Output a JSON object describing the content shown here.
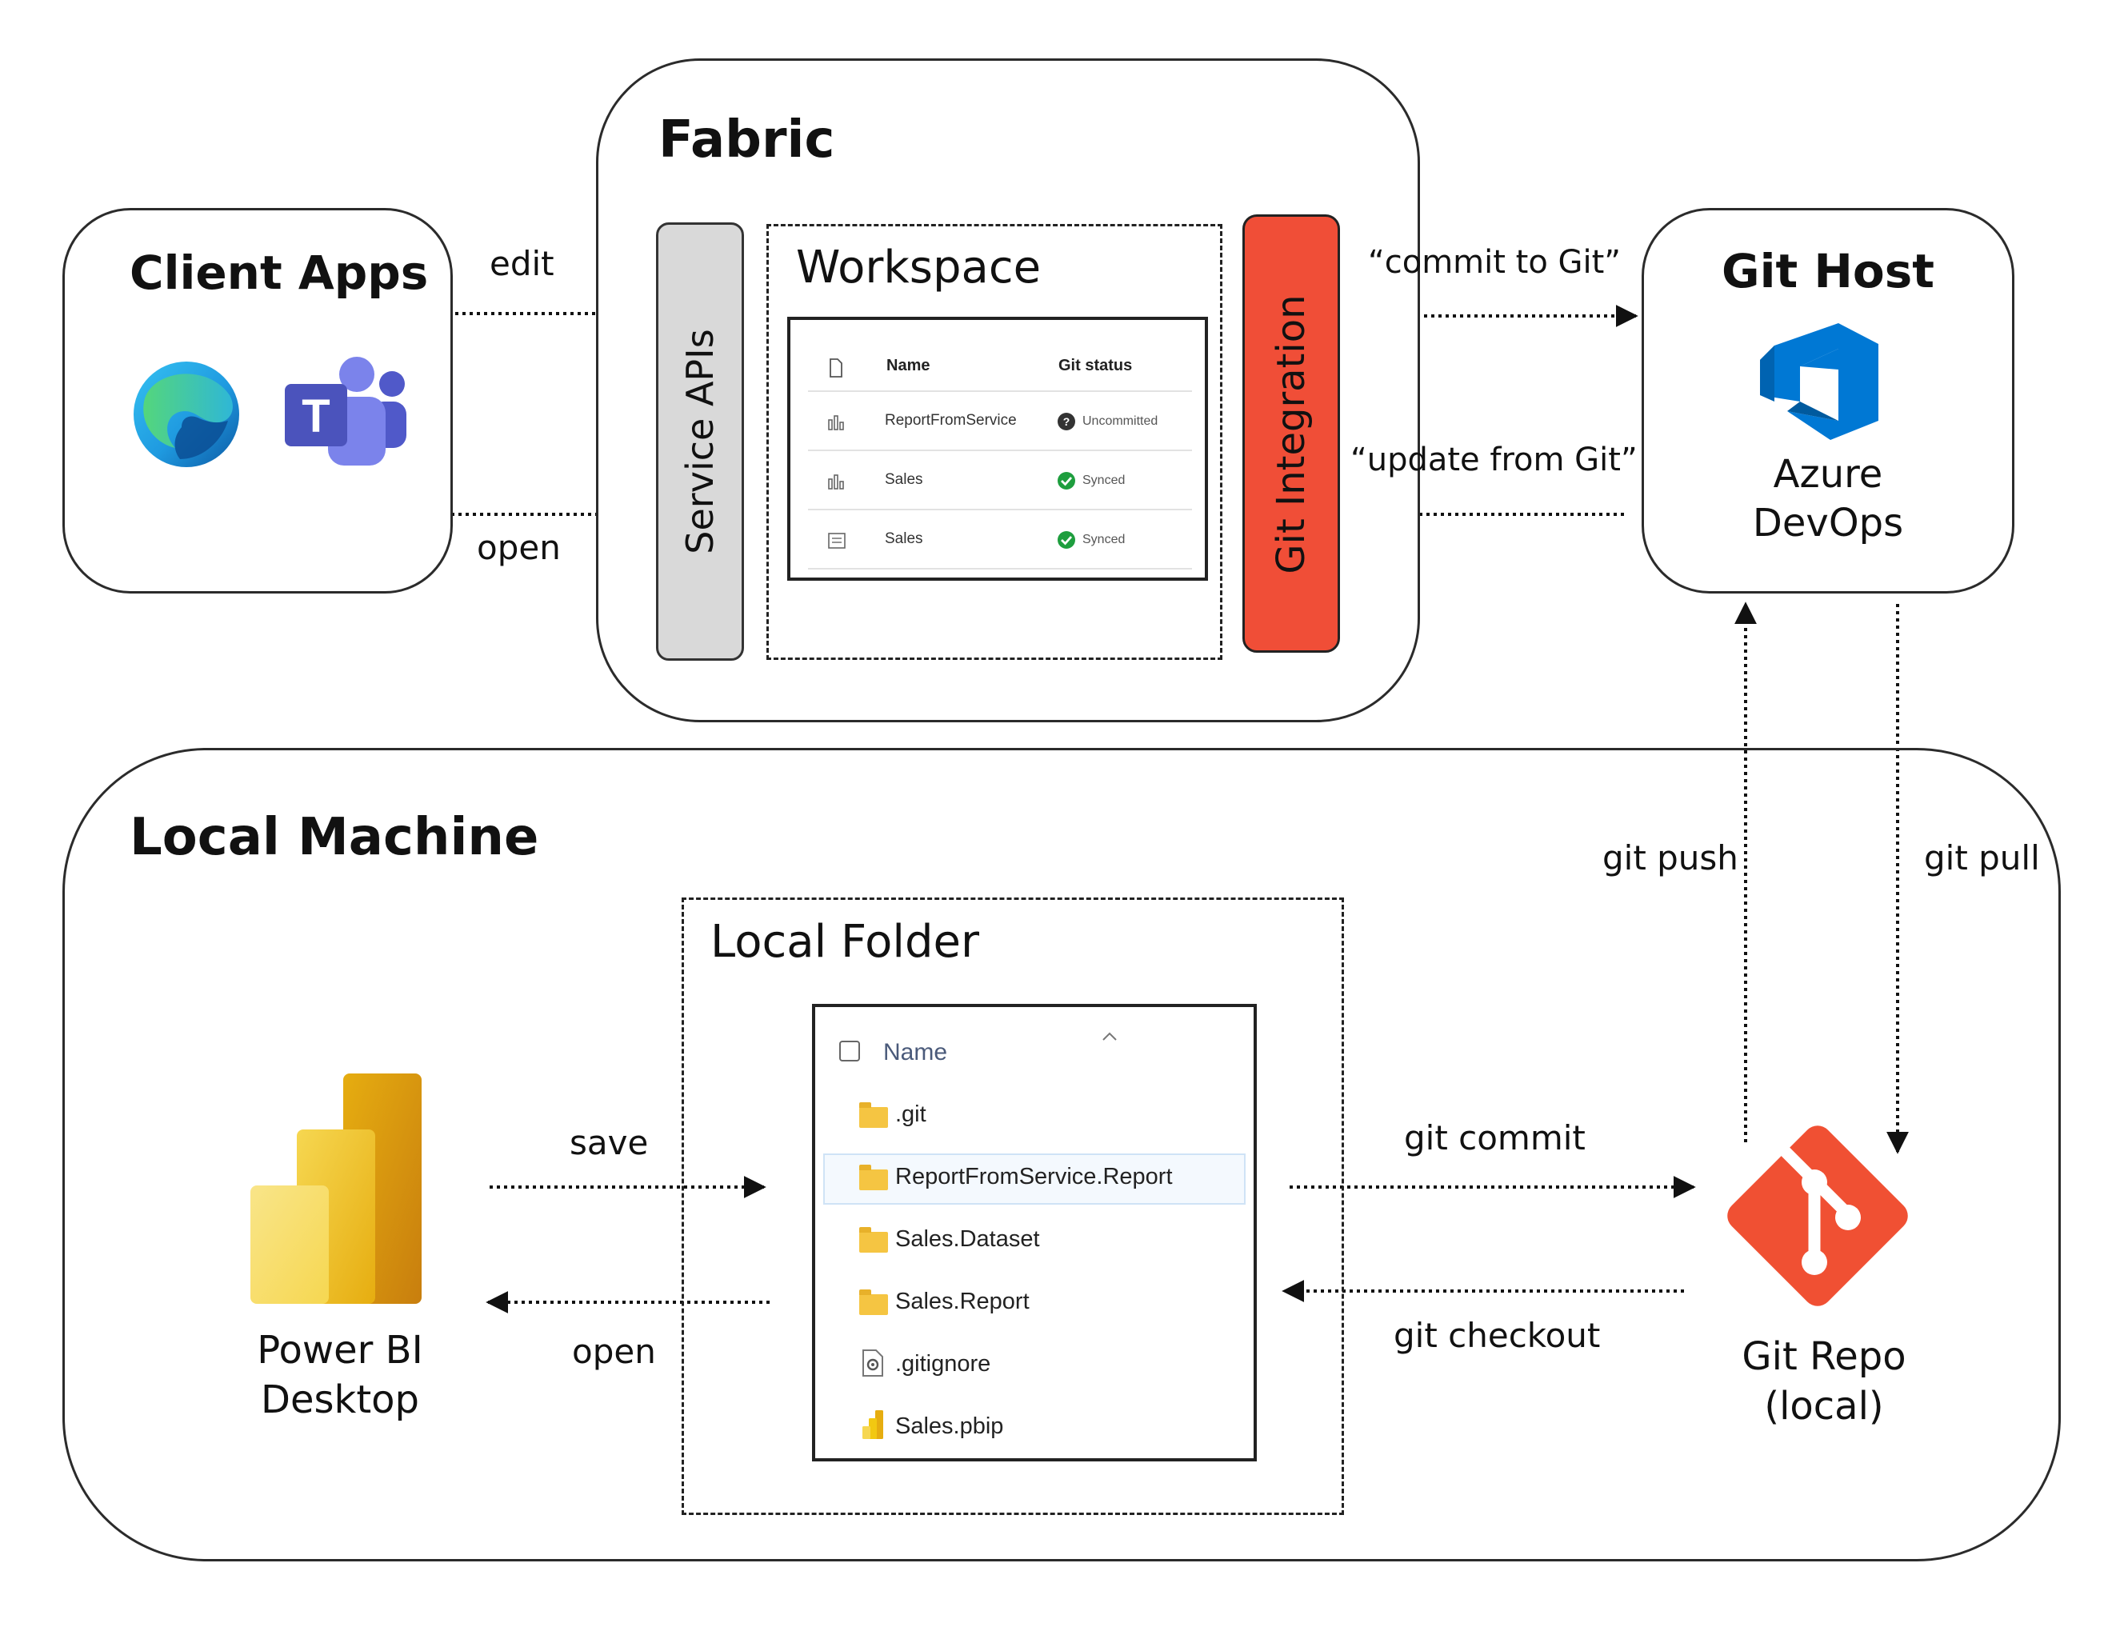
{
  "fabric": {
    "title": "Fabric",
    "service_apis": "Service APIs",
    "git_integration": "Git Integration",
    "workspace": {
      "title": "Workspace",
      "columns": [
        "Name",
        "Git status"
      ],
      "rows": [
        {
          "name": "ReportFromService",
          "status": "Uncommitted",
          "icon": "report-icon",
          "status_icon": "uncommitted-icon"
        },
        {
          "name": "Sales",
          "status": "Synced",
          "icon": "report-icon",
          "status_icon": "synced-check-icon"
        },
        {
          "name": "Sales",
          "status": "Synced",
          "icon": "dataset-icon",
          "status_icon": "synced-check-icon"
        }
      ]
    }
  },
  "client_apps": {
    "title": "Client Apps",
    "icons": [
      "edge-icon",
      "teams-icon"
    ]
  },
  "git_host": {
    "title": "Git Host",
    "service_line1": "Azure",
    "service_line2": "DevOps",
    "icon": "azure-devops-icon"
  },
  "local_machine": {
    "title": "Local Machine",
    "power_bi_line1": "Power BI",
    "power_bi_line2": "Desktop",
    "local_folder": {
      "title": "Local Folder",
      "header": "Name",
      "items": [
        {
          "name": ".git",
          "icon": "folder-icon"
        },
        {
          "name": "ReportFromService.Report",
          "icon": "folder-icon"
        },
        {
          "name": "Sales.Dataset",
          "icon": "folder-icon"
        },
        {
          "name": "Sales.Report",
          "icon": "folder-icon"
        },
        {
          "name": ".gitignore",
          "icon": "file-settings-icon"
        },
        {
          "name": "Sales.pbip",
          "icon": "power-bi-file-icon"
        }
      ]
    },
    "git_repo_line1": "Git Repo",
    "git_repo_line2": "(local)"
  },
  "arrows": {
    "edit": "edit",
    "open_client": "open",
    "commit_to_git": "“commit to Git”",
    "update_from_git": "“update from Git”",
    "git_push": "git push",
    "git_pull": "git pull",
    "save": "save",
    "open_local": "open",
    "git_commit": "git commit",
    "git_checkout": "git checkout"
  },
  "colors": {
    "git_integration": "#f04e37",
    "service_apis": "#d9d9d9",
    "git_logo": "#f05033",
    "azure_blue": "#0078d4"
  }
}
